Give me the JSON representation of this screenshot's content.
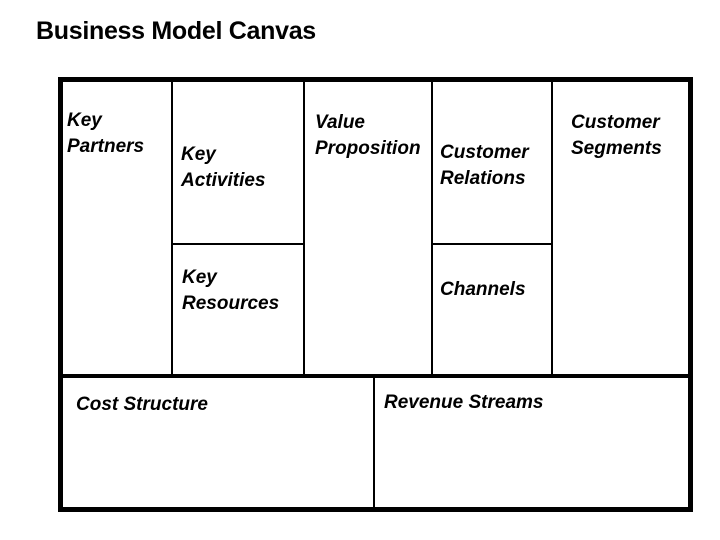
{
  "title": "Business Model Canvas",
  "canvas": {
    "cells": {
      "key_partners": {
        "label": "Key Partners"
      },
      "key_activities": {
        "label": "Key Activities"
      },
      "key_resources": {
        "label": "Key Resources"
      },
      "value_proposition": {
        "label": "Value Proposition"
      },
      "customer_relations": {
        "label": "Customer Relations"
      },
      "channels": {
        "label": "Channels"
      },
      "customer_segments": {
        "label": "Customer Segments"
      },
      "cost_structure": {
        "label": "Cost Structure"
      },
      "revenue_streams": {
        "label": "Revenue Streams"
      }
    }
  },
  "colors": {
    "ink": "#000000",
    "background": "#ffffff"
  }
}
